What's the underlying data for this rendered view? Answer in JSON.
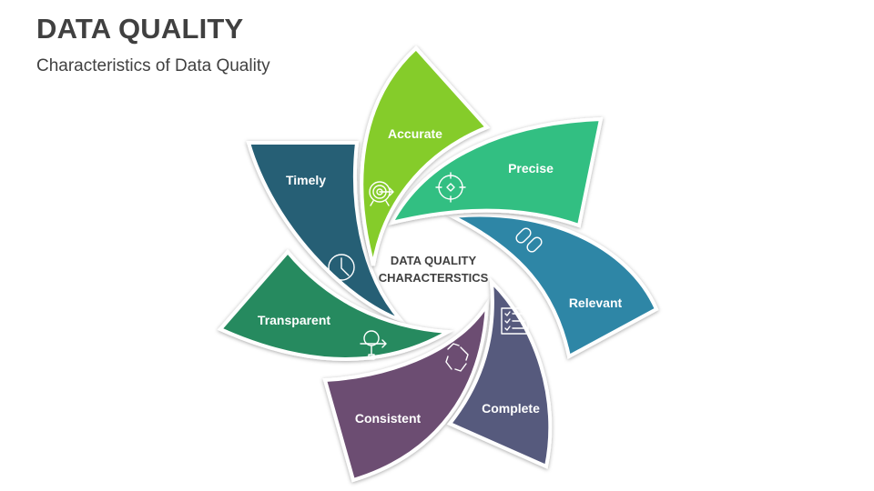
{
  "header": {
    "title": "DATA QUALITY",
    "subtitle": "Characteristics of Data Quality"
  },
  "diagram": {
    "center_line1": "DATA QUALITY",
    "center_line2": "CHARACTERSTICS",
    "petals": [
      {
        "label": "Accurate",
        "color": "#85CC2A",
        "icon": "target-icon"
      },
      {
        "label": "Precise",
        "color": "#33BF82",
        "icon": "crosshair-icon"
      },
      {
        "label": "Relevant",
        "color": "#2F86A6",
        "icon": "link-icon"
      },
      {
        "label": "Complete",
        "color": "#575A7D",
        "icon": "checklist-icon"
      },
      {
        "label": "Consistent",
        "color": "#6C4D72",
        "icon": "cycle-arrows-icon"
      },
      {
        "label": "Transparent",
        "color": "#268A5E",
        "icon": "magnifier-process-icon"
      },
      {
        "label": "Timely",
        "color": "#255E74",
        "icon": "clock-icon"
      }
    ]
  }
}
